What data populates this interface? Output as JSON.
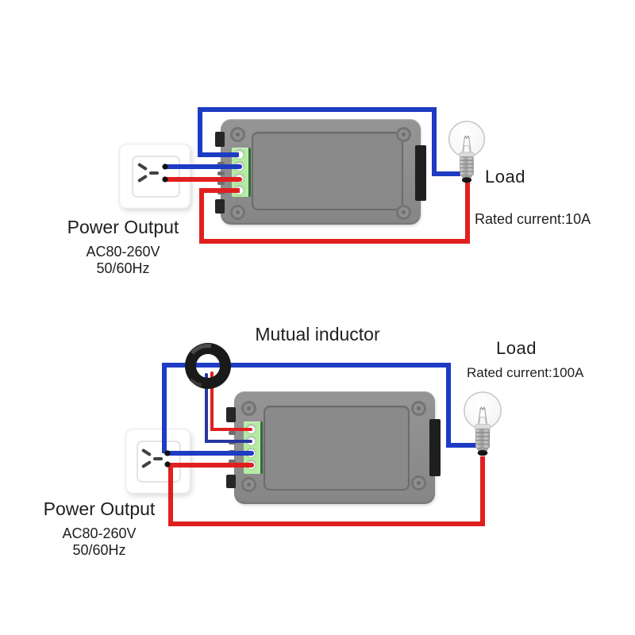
{
  "colors": {
    "wire_blue": "#1e3bc3",
    "wire_blue_ct": "#27379e",
    "wire_red": "#e01f1f",
    "meter_gray": "#8e8e8e",
    "terminal_green": "#b5eba5",
    "inductor_black": "#1a1a1a"
  },
  "top_diagram": {
    "load_label": "Load",
    "rated_current": "Rated current:10A",
    "power_output_title": "Power Output",
    "voltage_range": "AC80-260V",
    "frequency": "50/60Hz"
  },
  "bottom_diagram": {
    "title": "Mutual inductor",
    "load_label": "Load",
    "rated_current": "Rated current:100A",
    "power_output_title": "Power Output",
    "voltage_range": "AC80-260V",
    "frequency": "50/60Hz"
  }
}
